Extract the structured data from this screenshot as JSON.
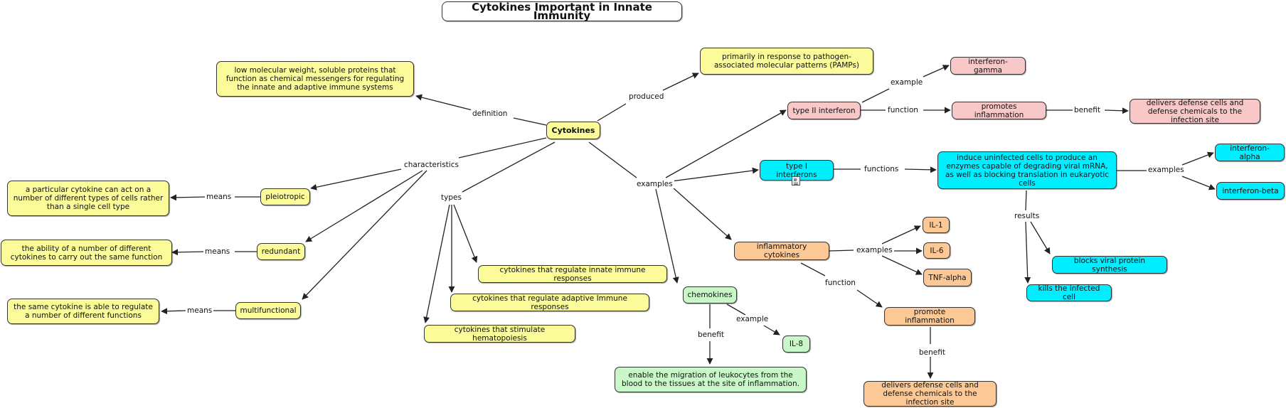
{
  "title": "Cytokines Important in Innate Immunity",
  "colors": {
    "yellow": "#fbfb99",
    "pink": "#f8c8c8",
    "cyan": "#00eeff",
    "orange": "#fcc896",
    "green": "#c8f8c8",
    "line": "#222222"
  },
  "nodes": {
    "cytokines": "Cytokines",
    "definition_text": "low molecular weight, soluble proteins that function as chemical messengers for regulating the innate and adaptive immune systems",
    "pamps": "primarily in response to pathogen-associated molecular patterns (PAMPs)",
    "pleiotropic": "pleiotropic",
    "redundant": "redundant",
    "multifunctional": "multifunctional",
    "pleiotropic_def": "a particular cytokine can act on a number of different types of cells rather than a single cell type",
    "redundant_def": "the ability of a number of different cytokines to carry out the same function",
    "multifunctional_def": "the same cytokine is able to regulate a number of different functions",
    "innate_reg": "cytokines that regulate innate immune responses",
    "adaptive_reg": "cytokines that regulate adaptive Immune responses",
    "hematopoiesis": "cytokines that stimulate hematopoiesis",
    "type2": "type II interferon",
    "ifn_gamma": "interferon-gamma",
    "promotes_infl": "promotes inflammation",
    "delivers1": "delivers defense cells and defense chemicals to the infection site",
    "type1": "type I interferons",
    "induce": "induce uninfected cells to produce an enzymes capable of degrading viral mRNA, as well as blocking translation in eukaryotic cells",
    "ifn_alpha": "interferon-alpha",
    "ifn_beta": "interferon-beta",
    "blocks": "blocks viral protein synthesis",
    "kills": "kills the infected cell",
    "inflammatory": "inflammatory cytokines",
    "il1": "IL-1",
    "il6": "IL-6",
    "tnf": "TNF-alpha",
    "promote_infl": "promote inflammation",
    "delivers2": "delivers defense cells and defense chemicals to the infection site",
    "chemokines": "chemokines",
    "il8": "IL-8",
    "migration": "enable the migration of leukocytes from the blood to the tissues at the site of inflammation."
  },
  "links": {
    "definition": "definition",
    "produced": "produced",
    "characteristics": "characteristics",
    "types": "types",
    "examples": "examples",
    "means_1": "means",
    "means_2": "means",
    "means_3": "means",
    "example_t2": "example",
    "function_t2": "function",
    "benefit_t2": "benefit",
    "functions_t1": "functions",
    "examples_t1": "examples",
    "results": "results",
    "examples_infl": "examples",
    "function_infl": "function",
    "benefit_infl": "benefit",
    "benefit_chemo": "benefit",
    "example_chemo": "example"
  }
}
